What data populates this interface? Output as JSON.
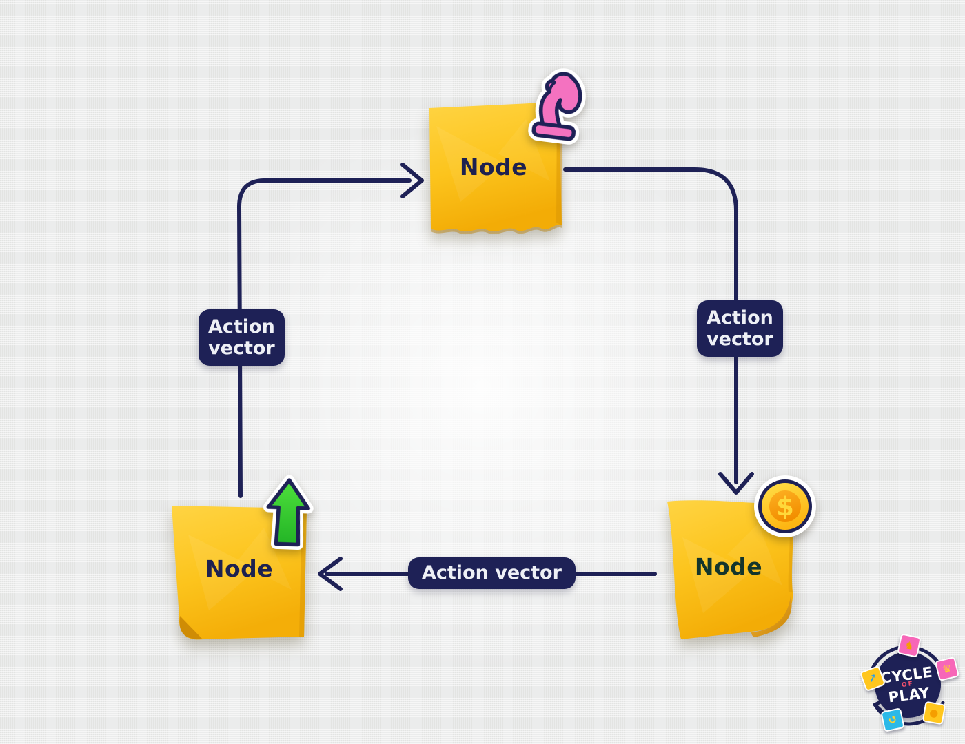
{
  "diagram": {
    "nodes": [
      {
        "id": "top",
        "label": "Node",
        "sticker": "knight-sticker-icon"
      },
      {
        "id": "bottom-left",
        "label": "Node",
        "sticker": "up-arrow-sticker-icon"
      },
      {
        "id": "bottom-right",
        "label": "Node",
        "sticker": "coin-sticker-icon"
      }
    ],
    "edges": [
      {
        "from": "bottom-left",
        "to": "top",
        "label": "Action vector",
        "label_lines": [
          "Action",
          "vector"
        ]
      },
      {
        "from": "top",
        "to": "bottom-right",
        "label": "Action vector",
        "label_lines": [
          "Action",
          "vector"
        ]
      },
      {
        "from": "bottom-right",
        "to": "bottom-left",
        "label": "Action vector"
      }
    ]
  },
  "logo": {
    "line1": "CYCLE",
    "line2": "OF",
    "line3": "PLAY",
    "tiles": [
      "knight-tile-icon",
      "crown-tile-icon",
      "rocket-tile-icon",
      "hook-tile-icon",
      "coin-tile-icon"
    ]
  },
  "colors": {
    "background": "#EBECEC",
    "connector": "#1E2156",
    "label_bg": "#1E2156",
    "label_text": "#EEF0F6",
    "note_yellow_light": "#FFD443",
    "note_yellow_dark": "#F3AC06",
    "node_text_navy": "#1D2150",
    "node_text_green": "#14352C",
    "knight_pink": "#F472C0",
    "arrow_green": "#3BCE33",
    "coin_gold": "#FFD42A",
    "coin_orange": "#F59D00"
  }
}
